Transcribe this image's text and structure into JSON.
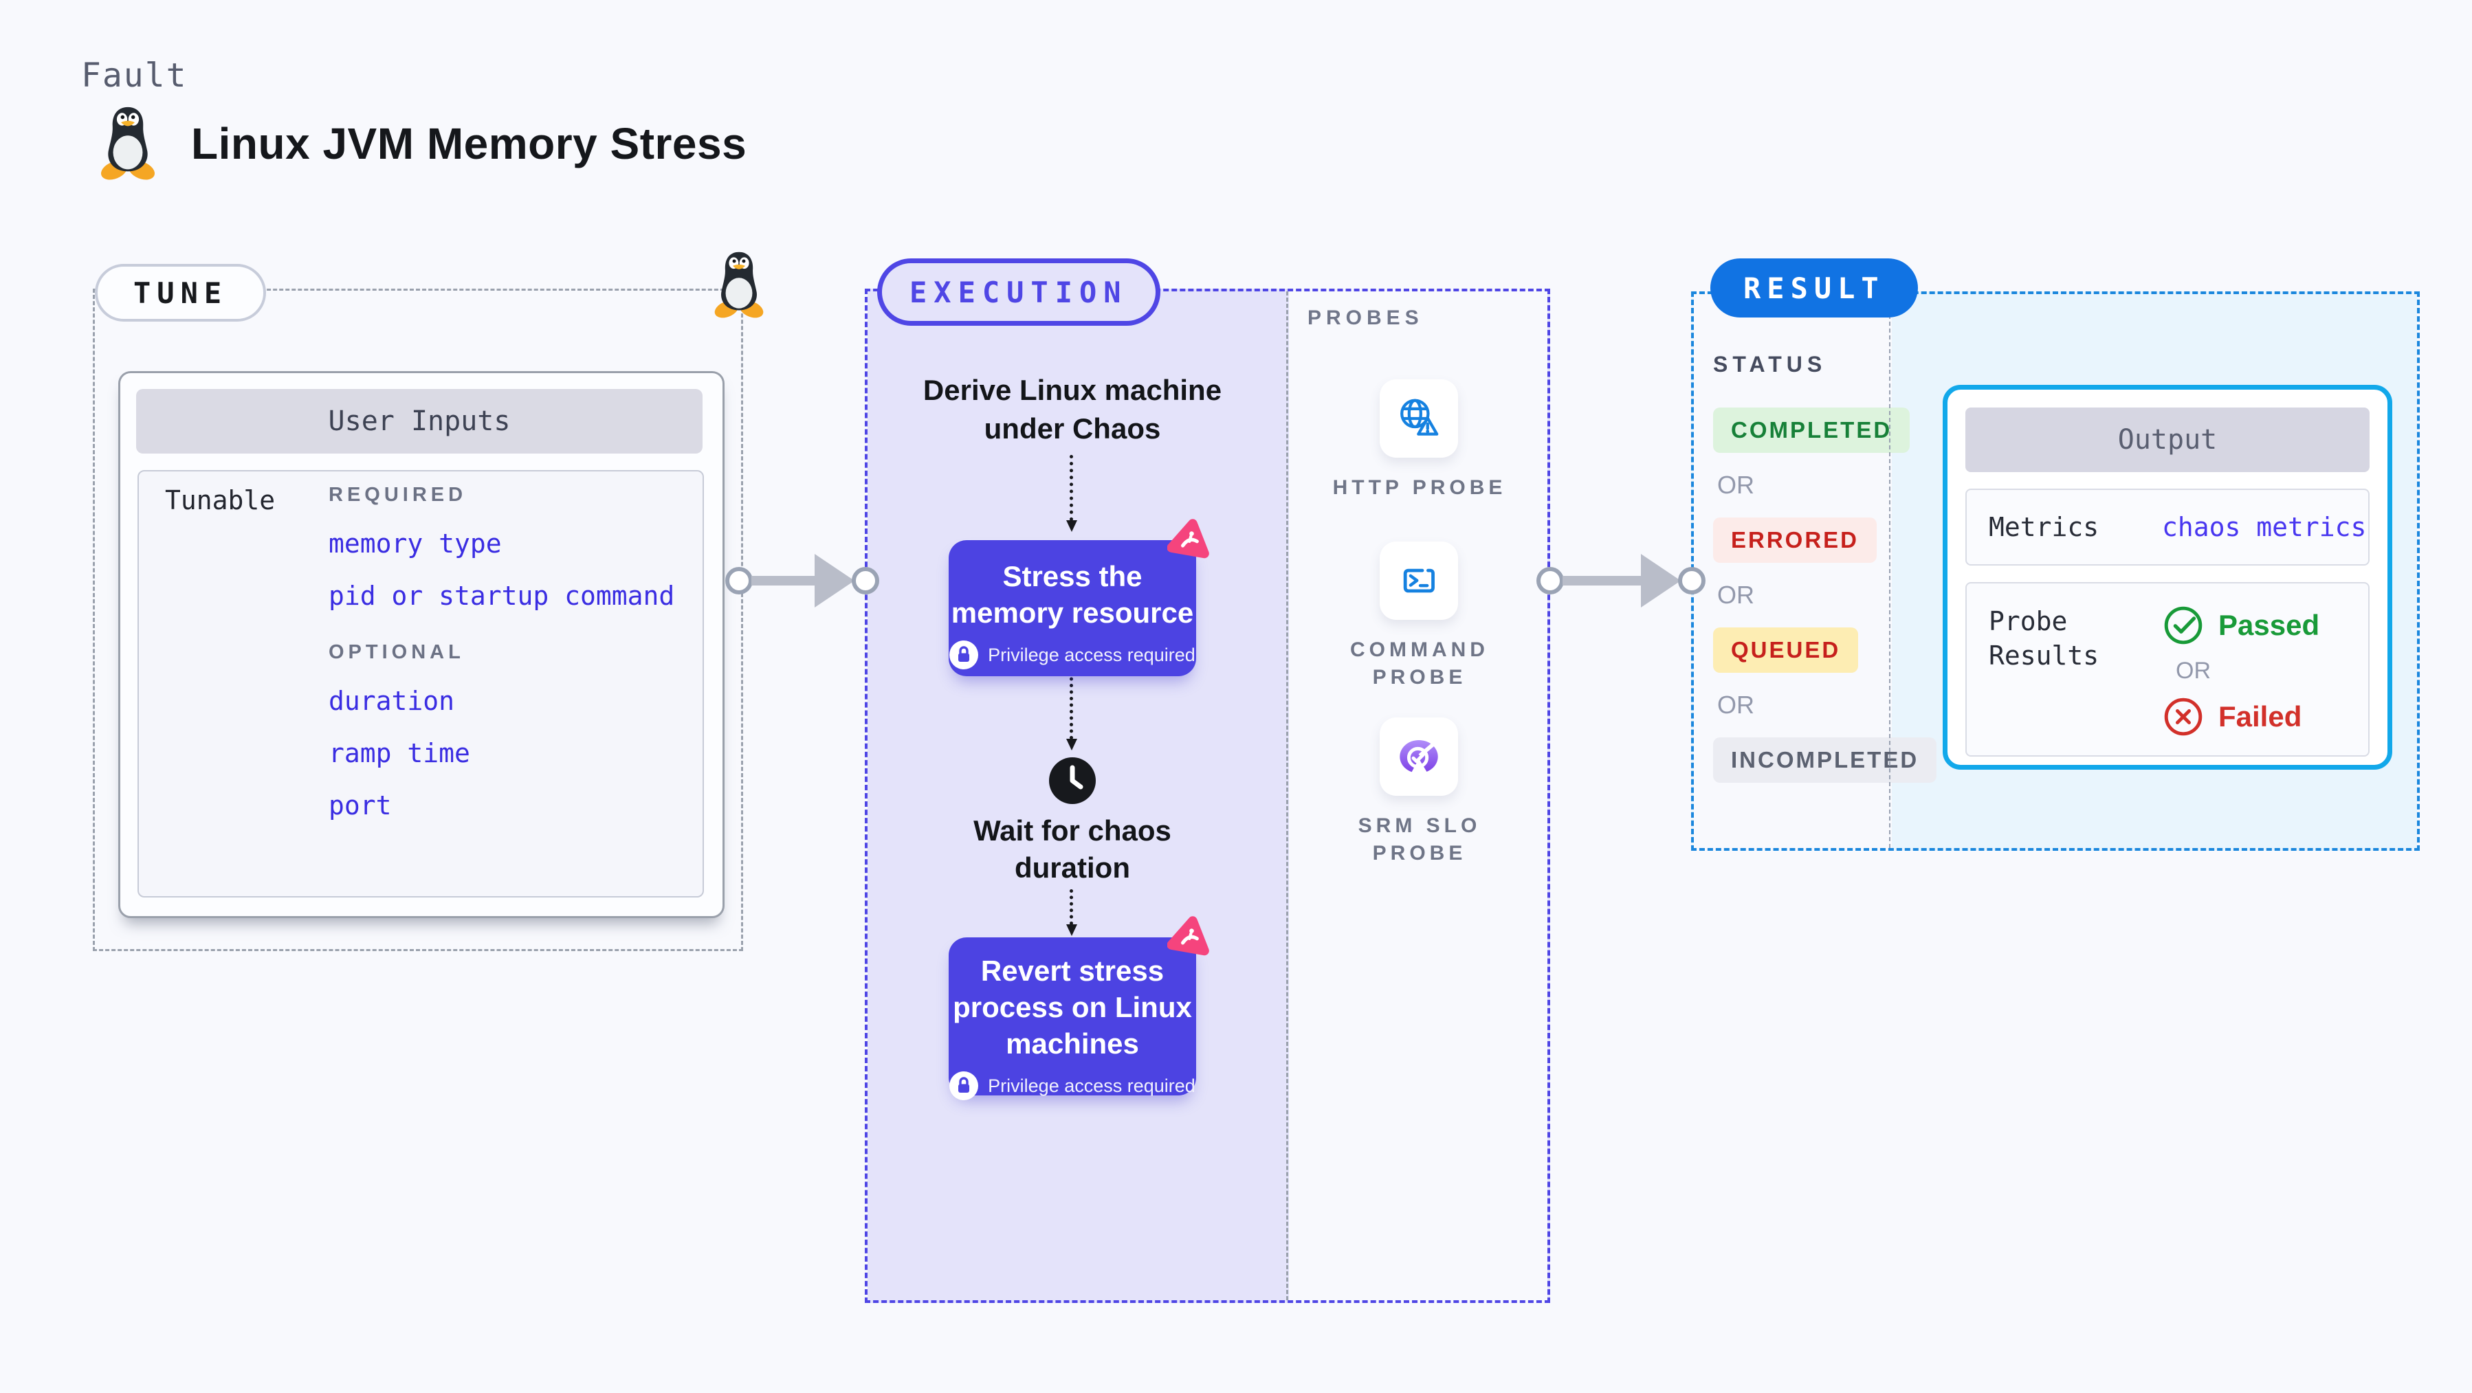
{
  "header": {
    "kicker": "Fault",
    "title": "Linux JVM Memory Stress",
    "logo_icon": "tux-penguin-icon"
  },
  "tune": {
    "pill": "TUNE",
    "corner_icon": "tux-penguin-icon",
    "card": {
      "title": "User Inputs",
      "row_label": "Tunable",
      "groups": [
        {
          "heading": "REQUIRED",
          "items": [
            "memory type",
            "pid or startup command"
          ]
        },
        {
          "heading": "OPTIONAL",
          "items": [
            "duration",
            "ramp time",
            "port"
          ]
        }
      ]
    }
  },
  "execution": {
    "pill": "EXECUTION",
    "derive_lines": [
      "Derive Linux machine",
      "under Chaos"
    ],
    "stress_lines": [
      "Stress the",
      "memory resource"
    ],
    "wait_lines": [
      "Wait for chaos",
      "duration"
    ],
    "revert_lines": [
      "Revert stress",
      "process on Linux",
      "machines"
    ],
    "privilege_note": "Privilege access required",
    "step_icons": [
      "chaos-experiment-icon",
      "lock-icon",
      "clock-icon"
    ]
  },
  "probes": {
    "heading": "PROBES",
    "items": [
      {
        "icon": "globe-alert-icon",
        "label": "HTTP PROBE"
      },
      {
        "icon": "terminal-icon",
        "label_lines": [
          "COMMAND",
          "PROBE"
        ]
      },
      {
        "icon": "slo-gauge-icon",
        "label_lines": [
          "SRM SLO",
          "PROBE"
        ]
      }
    ]
  },
  "result": {
    "pill": "RESULT",
    "status": {
      "heading": "STATUS",
      "or": "OR",
      "badges": [
        {
          "label": "COMPLETED",
          "type": "success"
        },
        {
          "label": "ERRORED",
          "type": "error"
        },
        {
          "label": "QUEUED",
          "type": "warning"
        },
        {
          "label": "INCOMPLETED",
          "type": "neutral"
        }
      ]
    },
    "output": {
      "heading": "Output",
      "metrics_label": "Metrics",
      "metrics_value": "chaos metrics",
      "probe_results_lines": [
        "Probe",
        "Results"
      ],
      "passed_label": "Passed",
      "or": "OR",
      "failed_label": "Failed",
      "passed_icon": "check-circle-icon",
      "failed_icon": "x-circle-icon"
    }
  },
  "colors": {
    "page_bg": "#f8f9fd",
    "lavender_panel": "#e4e3fa",
    "indigo": "#4f46e5",
    "step_box": "#4c43e2",
    "pink_logo": "#f5447d",
    "tune_dash": "#9aa1ad",
    "result_dash": "#1b87dd",
    "result_pill_bg": "#1173e3",
    "result_fill": "#e9f5fd",
    "output_border": "#12a8ea",
    "probe_icon_blue": "#1581e0",
    "srm_purple": "#8b48f0",
    "input_link_blue": "#3a2de2",
    "badge_success_bg": "#ddf3dd",
    "badge_success_fg": "#178038",
    "badge_error_bg": "#fcebe9",
    "badge_error_fg": "#c6201c",
    "badge_warning_bg": "#fdedb3",
    "badge_warning_fg": "#c6201c",
    "badge_neutral_bg": "#ebecf2",
    "badge_neutral_fg": "#5b6170",
    "passed_green": "#189a38",
    "failed_red": "#d2302a",
    "arrow_gray": "#b9bdc9"
  }
}
